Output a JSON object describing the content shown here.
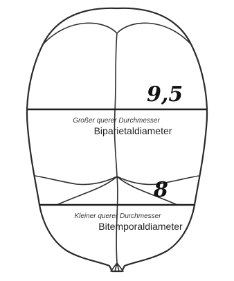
{
  "diagram": {
    "biparietal": {
      "value": "9,5",
      "caption": "Großer querer Durchmesser",
      "label": "Biparietaldiameter"
    },
    "bitemporal": {
      "value": "8",
      "caption": "Kleiner querer Durchmesser",
      "label": "Bitemporaldiameter"
    }
  }
}
